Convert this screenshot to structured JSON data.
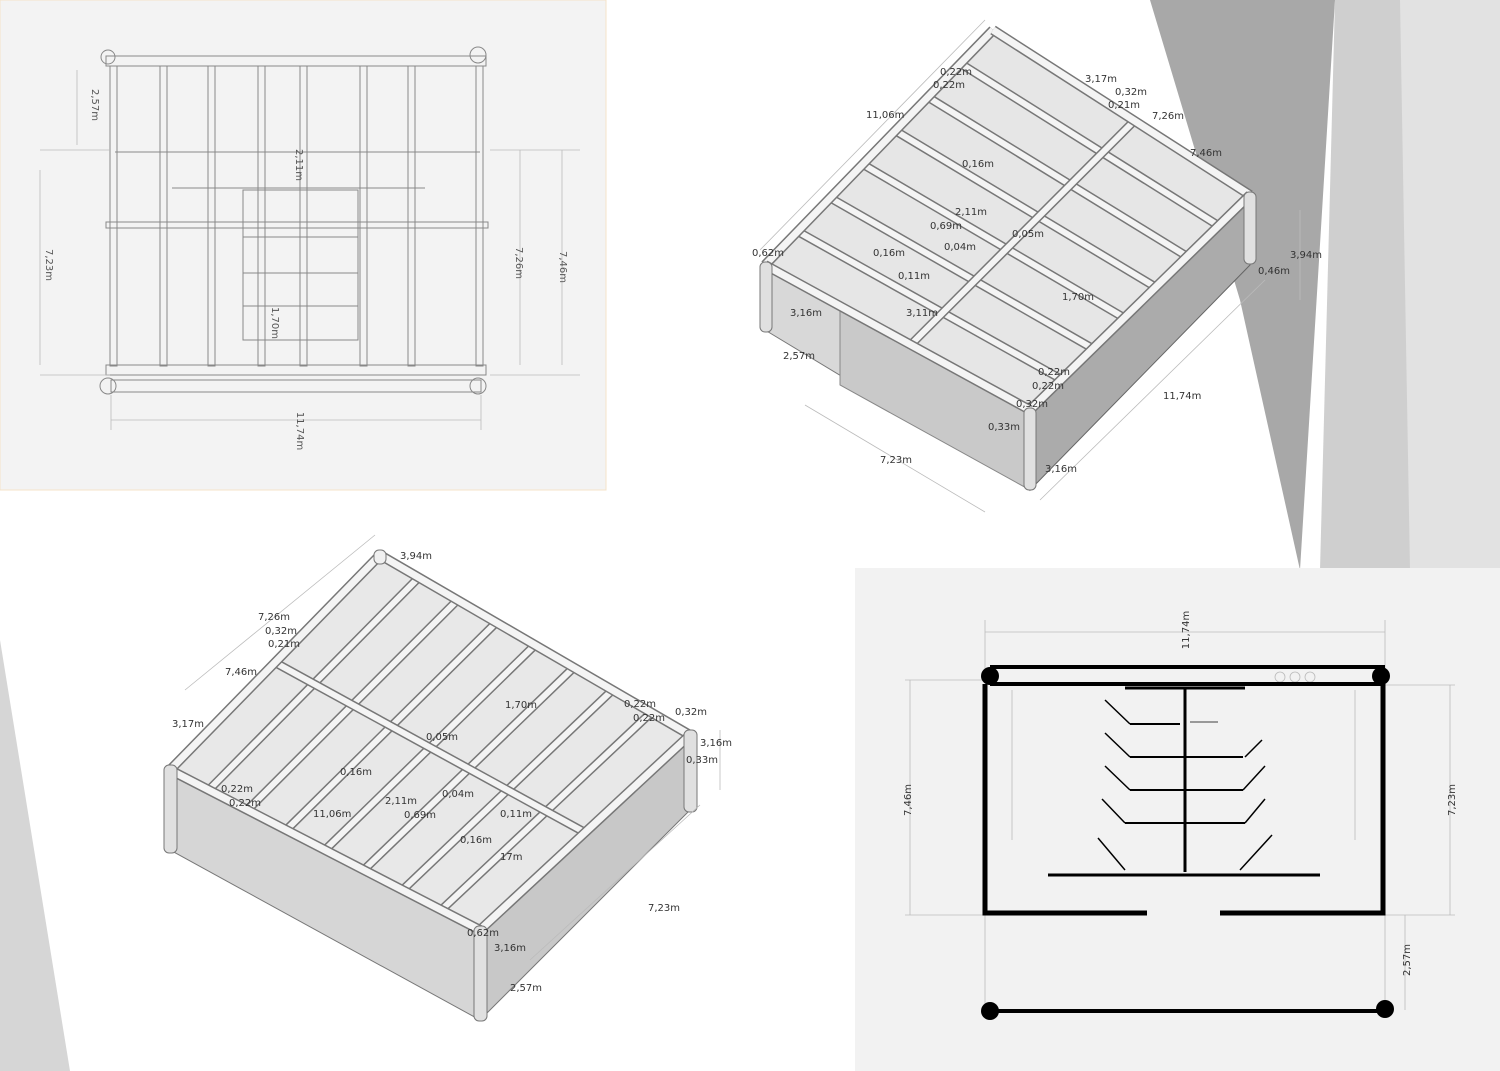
{
  "panels": {
    "top_plan": {
      "labels": [
        "2,57m",
        "7,23m",
        "7,26m",
        "7,46m",
        "11,74m",
        "2,11m",
        "1,70m"
      ]
    },
    "iso_view_1": {
      "labels": [
        "0,22m",
        "0,22m",
        "3,17m",
        "0,32m",
        "0,21m",
        "7,26m",
        "11,06m",
        "7,46m",
        "0,16m",
        "2,11m",
        "0,69m",
        "0,05m",
        "0,04m",
        "0,62m",
        "0,16m",
        "0,11m",
        "3,94m",
        "0,46m",
        "3,16m",
        "3,11m",
        "1,70m",
        "2,57m",
        "0,22m",
        "0,22m",
        "0,32m",
        "11,74m",
        "0,33m",
        "7,23m",
        "3,16m"
      ]
    },
    "iso_view_2": {
      "labels": [
        "3,94m",
        "7,26m",
        "0,32m",
        "0,21m",
        "7,46m",
        "3,17m",
        "0,22m",
        "0,22m",
        "0,32m",
        "1,70m",
        "0,05m",
        "0,33m",
        "3,16m",
        "0,16m",
        "0,22m",
        "0,22m",
        "0,04m",
        "11,06m",
        "2,11m",
        "0,69m",
        "0,11m",
        "0,16m",
        "17m",
        "7,23m",
        "0,62m",
        "3,16m",
        "2,57m"
      ]
    },
    "floor_plan": {
      "labels": [
        "11,74m",
        "7,46m",
        "7,23m",
        "2,57m"
      ]
    }
  },
  "colors": {
    "panel_bg": "#f3f3f3",
    "shade_dark": "#a9a9a9",
    "shade_mid": "#cfcfcf",
    "line": "#777777",
    "plan_ink": "#000000"
  }
}
